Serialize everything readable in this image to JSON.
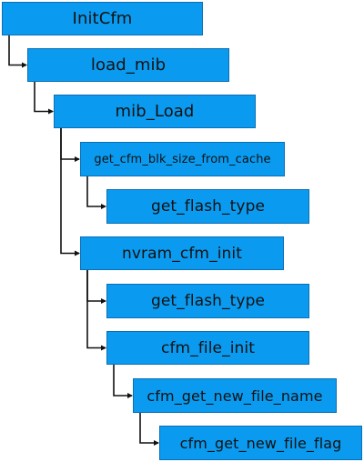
{
  "diagram": {
    "nodes": [
      {
        "id": "initcfm",
        "label": "InitCfm"
      },
      {
        "id": "load-mib",
        "label": "load_mib"
      },
      {
        "id": "mib-load",
        "label": "mib_Load"
      },
      {
        "id": "get-cfm-blk-size-from-cache",
        "label": "get_cfm_blk_size_from_cache"
      },
      {
        "id": "get-flash-type-1",
        "label": "get_flash_type"
      },
      {
        "id": "nvram-cfm-init",
        "label": "nvram_cfm_init"
      },
      {
        "id": "get-flash-type-2",
        "label": "get_flash_type"
      },
      {
        "id": "cfm-file-init",
        "label": "cfm_file_init"
      },
      {
        "id": "cfm-get-new-file-name",
        "label": "cfm_get_new_file_name"
      },
      {
        "id": "cfm-get-new-file-flag",
        "label": "cfm_get_new_file_flag"
      }
    ],
    "edges": [
      {
        "from": "initcfm",
        "to": "load-mib"
      },
      {
        "from": "load-mib",
        "to": "mib-load"
      },
      {
        "from": "mib-load",
        "to": "get-cfm-blk-size-from-cache"
      },
      {
        "from": "get-cfm-blk-size-from-cache",
        "to": "get-flash-type-1"
      },
      {
        "from": "mib-load",
        "to": "nvram-cfm-init"
      },
      {
        "from": "nvram-cfm-init",
        "to": "get-flash-type-2"
      },
      {
        "from": "nvram-cfm-init",
        "to": "cfm-file-init"
      },
      {
        "from": "cfm-file-init",
        "to": "cfm-get-new-file-name"
      },
      {
        "from": "cfm-get-new-file-name",
        "to": "cfm-get-new-file-flag"
      }
    ],
    "colors": {
      "box_fill": "#0a9bf0",
      "box_border": "#0c6fb4",
      "connector": "#111111",
      "text": "#111111"
    }
  }
}
